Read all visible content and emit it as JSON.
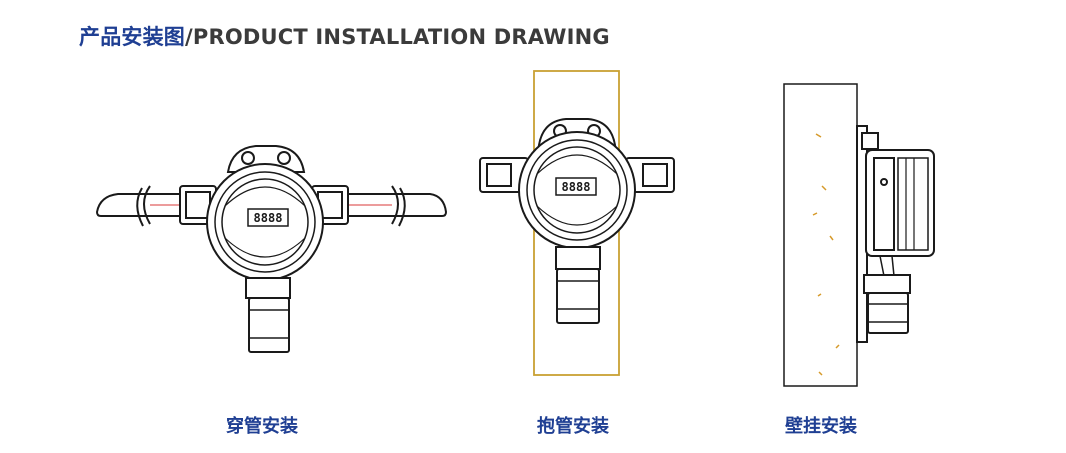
{
  "header": {
    "title_cn": "产品安装图",
    "title_en": "/PRODUCT INSTALLATION DRAWING"
  },
  "installations": [
    {
      "label": "穿管安装",
      "display": "8888"
    },
    {
      "label": "抱管安装",
      "display": "8888"
    },
    {
      "label": "壁挂安装"
    }
  ],
  "colors": {
    "heading_blue": "#1f3f93",
    "heading_gray": "#3b3b3b",
    "frame_gold": "#c9a033",
    "line": "#1a1a1a"
  }
}
